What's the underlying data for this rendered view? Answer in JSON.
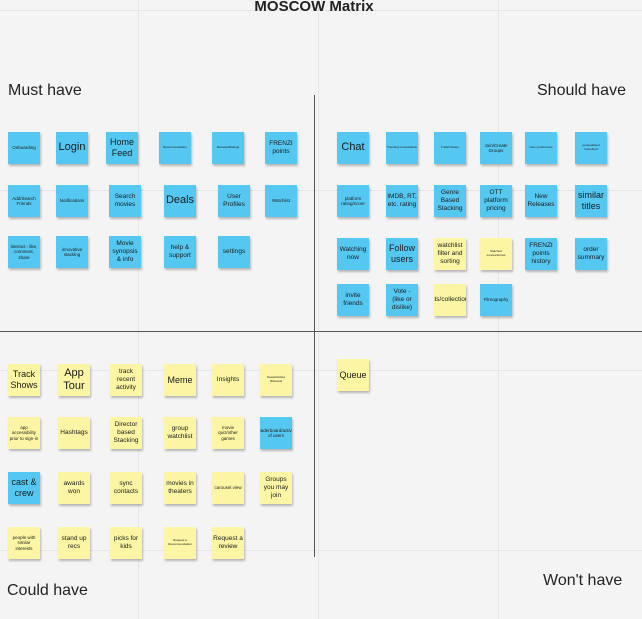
{
  "title": "MOSCOW Matrix",
  "quadrants": {
    "must": "Must have",
    "should": "Should have",
    "could": "Could have",
    "wont": "Won't have"
  },
  "colors": {
    "must_should": "#55c8f2",
    "could_wont": "#fcf6a4"
  },
  "notes": {
    "must": [
      "Onboarding",
      "Login",
      "Home Feed",
      "Recommendation",
      "Reviews/Ratings",
      "FRENZI points",
      "Add/Search Friends",
      "Notifications",
      "Search movies",
      "Deals",
      "User Profiles",
      "Watchlist",
      "interact - like, comment, share",
      "innovative stacking",
      "Movie synopsis & info",
      "help & support",
      "settings"
    ],
    "should": [
      "Chat",
      "Trending movies/show",
      "Trailer/Teaser",
      "Join/Create Groups",
      "User preferences",
      "personalised homefeed",
      "platform rating/score",
      "IMDB, RT, etc. rating",
      "Genre Based Stacking",
      "OTT platform pricing",
      "New Releases",
      "similar titles",
      "Watching now",
      "Follow users",
      "watchlist filter and sorting",
      "Watched movies/shows",
      "FRENZI points history",
      "order summary",
      "invite friends",
      "Vote - (like or dislike)",
      "lists/collections",
      "Filmography"
    ],
    "could": [
      "Track Shows",
      "App Tour",
      "track recent activity",
      "Meme",
      "Insights",
      "News/Articles (Discuss)",
      "app accessibility prior to sign-in",
      "Hashtags",
      "Director based Stacking",
      "group watchlist",
      "movie quiz/other games",
      "Leaderboard/activity of users",
      "cast & crew",
      "awards won",
      "sync contacts",
      "movies in theaters",
      "carousel view",
      "Groups you may join",
      "people with similar interests",
      "stand up recs",
      "picks for kids",
      "Request a Recommendation",
      "Request a review"
    ],
    "wont": [
      "Queue"
    ]
  }
}
